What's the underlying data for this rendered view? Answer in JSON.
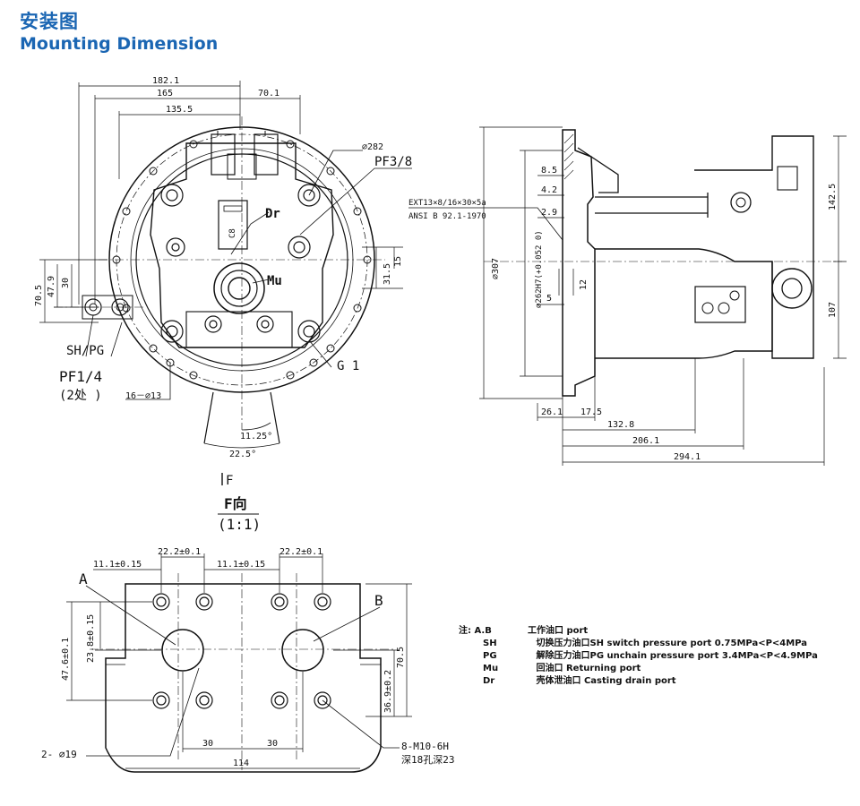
{
  "header": {
    "title_cn": "安装图",
    "title_en": "Mounting Dimension"
  },
  "front_view": {
    "dims": {
      "d182": "182.1",
      "d165": "165",
      "d135": "135.5",
      "d70_1": "70.1",
      "d282": "∅282",
      "d70_5": "70.5",
      "d47_9": "47.9",
      "d30": "30",
      "d31_5": "31.5",
      "d15": "15",
      "d11_25": "11.25°",
      "d22_5": "22.5°",
      "holes": "16－∅13"
    },
    "labels": {
      "pf38": "PF3/8",
      "dr": "Dr",
      "mu": "Mu",
      "g1": "G 1",
      "sh_pg": "SH/PG",
      "pf14": "PF1/4",
      "two_places": "(2处 )",
      "cap_mark": "C8"
    },
    "view_label": {
      "arrow": "F",
      "name": "F向",
      "scale": "(1:1)"
    }
  },
  "side_view": {
    "dims": {
      "d8_5": "8.5",
      "d4_2": "4.2",
      "d2_9": "2.9",
      "d5": "5",
      "d12": "12",
      "d307": "∅307",
      "d262": "∅262H7(+0.052 0)",
      "d142_5": "142.5",
      "d107": "107",
      "d26_1": "26.1",
      "d17_5": "17.5",
      "d132_8": "132.8",
      "d206_1": "206.1",
      "d294_1": "294.1"
    },
    "spline_note_1": "EXT13×8/16×30×5a",
    "spline_note_2": "ANSI B 92.1-1970"
  },
  "port_view": {
    "dims": {
      "d22_2_l": "22.2±0.1",
      "d22_2_r": "22.2±0.1",
      "d11_1_l": "11.1±0.15",
      "d11_1_r": "11.1±0.15",
      "d47_6": "47.6±0.1",
      "d23_8": "23.8±0.15",
      "d70_5": "70.5",
      "d36_9": "36.9±0.2",
      "d30_l": "30",
      "d30_r": "30",
      "d114": "114",
      "port_dia": "2- ∅19",
      "thread_1": "8-M10-6H",
      "thread_2": "深18孔深23"
    },
    "labels": {
      "a": "A",
      "b": "B"
    }
  },
  "notes": {
    "prefix": "注:",
    "items": [
      {
        "key": "A.B",
        "zh": "工作油口 port",
        "en": ""
      },
      {
        "key": "SH",
        "zh": "切换压力油口SH switch pressure port",
        "en": "0.75MPa<P<4MPa"
      },
      {
        "key": "PG",
        "zh": "解除压力油口PG unchain pressure port",
        "en": "3.4MPa<P<4.9MPa"
      },
      {
        "key": "Mu",
        "zh": "回油口 Returning port",
        "en": ""
      },
      {
        "key": "Dr",
        "zh": "壳体泄油口 Casting drain port",
        "en": ""
      }
    ]
  },
  "colors": {
    "heading": "#1b66b3",
    "line": "#111111"
  }
}
